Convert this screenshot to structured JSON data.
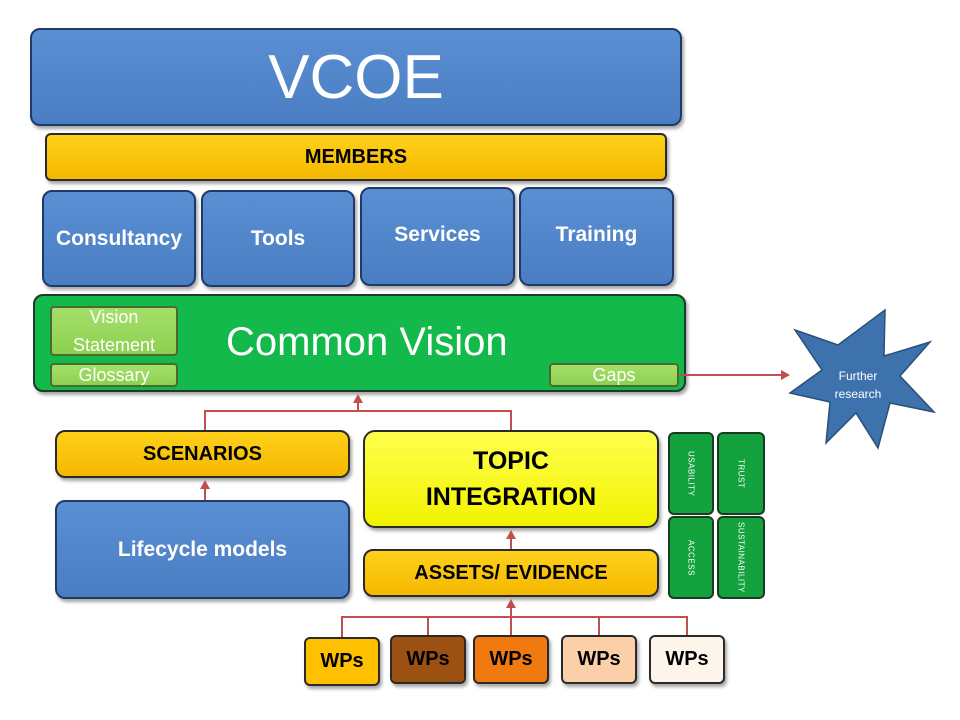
{
  "title": "VCOE",
  "members": "MEMBERS",
  "offerings": [
    "Consultancy",
    "Tools",
    "Services",
    "Training"
  ],
  "common_vision": {
    "title": "Common Vision",
    "vision_statement": "Vision Statement",
    "glossary": "Glossary",
    "gaps": "Gaps"
  },
  "scenarios": "SCENARIOS",
  "lifecycle_models": "Lifecycle models",
  "topic_integration": "TOPIC INTEGRATION",
  "assets_evidence": "ASSETS/ EVIDENCE",
  "qualities": [
    "USABILITY",
    "TRUST",
    "ACCESS",
    "SUSTAINABILITY"
  ],
  "further_research": "Further research",
  "wps": [
    {
      "label": "WPs",
      "color": "#ffc000",
      "text_color": "#000000"
    },
    {
      "label": "WPs",
      "color": "#9c5113",
      "text_color": "#000000"
    },
    {
      "label": "WPs",
      "color": "#f07a10",
      "text_color": "#000000"
    },
    {
      "label": "WPs",
      "color": "#fbd0a8",
      "text_color": "#000000"
    },
    {
      "label": "WPs",
      "color": "#fdf5ea",
      "text_color": "#000000"
    }
  ],
  "colors": {
    "blue": "#4f81bd",
    "orange": "#ffc000",
    "green": "#13b94a",
    "yellow": "#ffff00",
    "arrow": "#c0504d",
    "star": "#3e72ad"
  }
}
